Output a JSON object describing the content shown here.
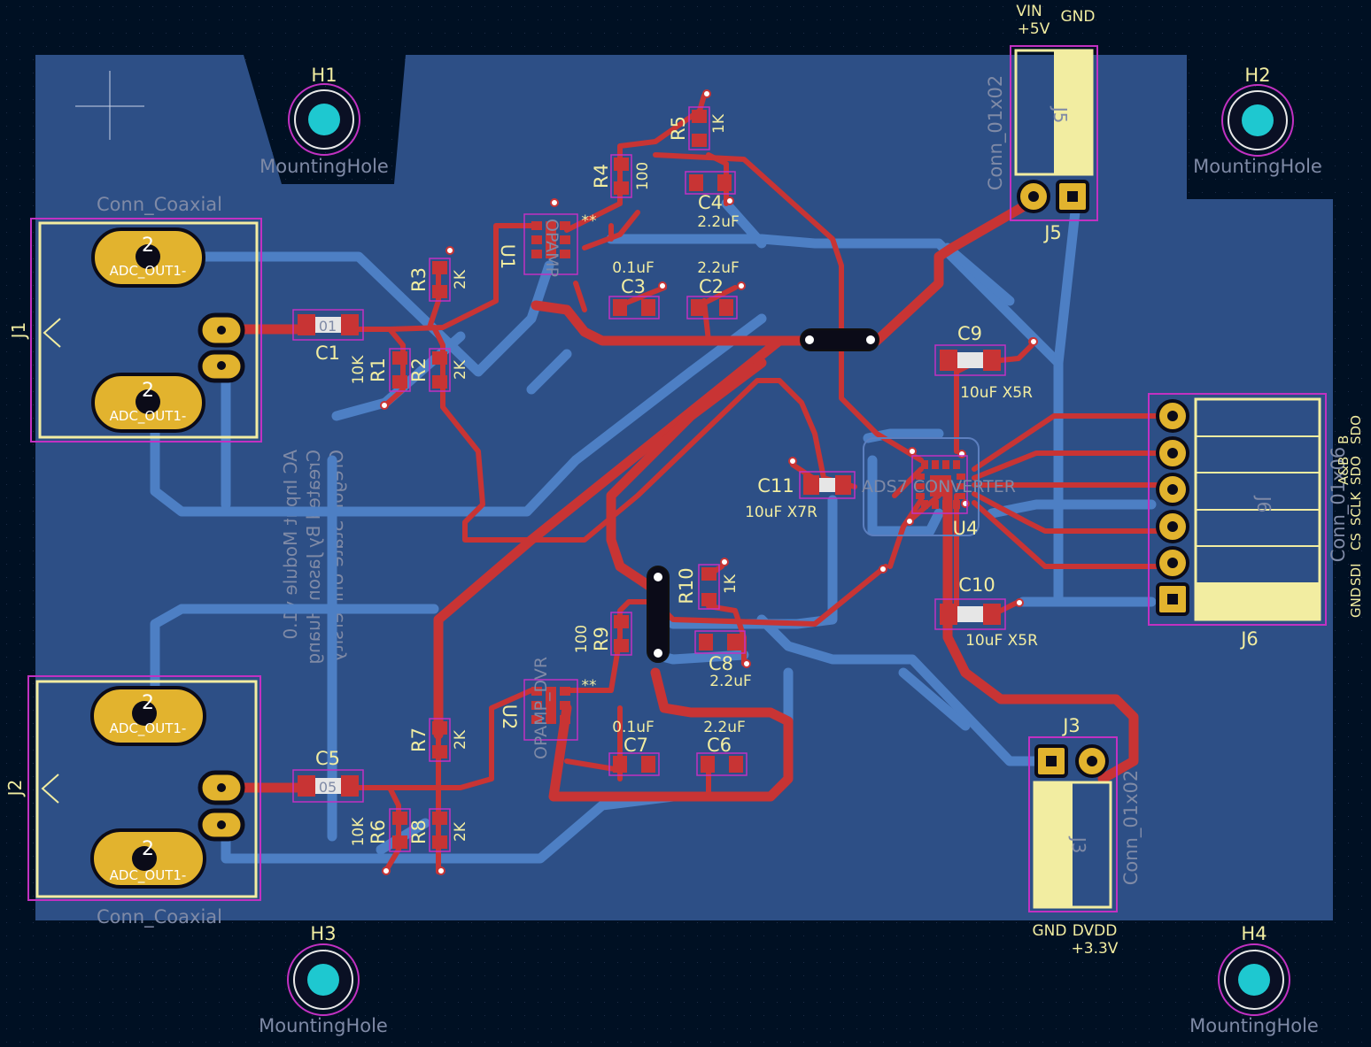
{
  "board": {
    "colors": {
      "background": "#001023",
      "copper_back": "#2d4f86",
      "track_back": "#4d7fc4",
      "track_front": "#c83434",
      "pad_gold": "#e2b32e",
      "silk": "#f2eda1",
      "courtyard": "#c231c2",
      "hole": "#1ec8d0"
    },
    "back_text": {
      "line1": "AC Input Module v1.0",
      "line2": "Created By Jason Huang",
      "line3": "Oregon State University"
    }
  },
  "mounting_holes": [
    {
      "ref": "H1",
      "value": "MountingHole"
    },
    {
      "ref": "H2",
      "value": "MountingHole"
    },
    {
      "ref": "H3",
      "value": "MountingHole"
    },
    {
      "ref": "H4",
      "value": "MountingHole"
    }
  ],
  "coax": [
    {
      "ref": "J1",
      "value": "Conn_Coaxial",
      "pad_num": "2",
      "net": "ADC_OUT1-"
    },
    {
      "ref": "J2",
      "value": "Conn_Coaxial",
      "pad_num": "2",
      "net": "ADC_OUT1-"
    }
  ],
  "connectors": {
    "J5": {
      "ref": "J5",
      "value": "Conn_01x02",
      "pin_labels": [
        "VIN",
        "+5V",
        "GND"
      ]
    },
    "J3": {
      "ref": "J3",
      "value": "Conn_01x02",
      "pin_labels": [
        "GND",
        "DVDD",
        "+3.3V"
      ]
    },
    "J6": {
      "ref": "J6",
      "value": "Conn_01x06",
      "pin_labels": [
        "GND",
        "SDI",
        "CS",
        "SCLK",
        "SDO",
        "SDO",
        "A&B",
        "B"
      ]
    }
  },
  "parts": {
    "R1": {
      "ref": "R1",
      "value": "10K"
    },
    "R2": {
      "ref": "R2",
      "value": "2K"
    },
    "R3": {
      "ref": "R3",
      "value": "2K"
    },
    "R4": {
      "ref": "R4",
      "value": "100"
    },
    "R5": {
      "ref": "R5",
      "value": "1K"
    },
    "R6": {
      "ref": "R6",
      "value": "10K"
    },
    "R7": {
      "ref": "R7",
      "value": "2K"
    },
    "R8": {
      "ref": "R8",
      "value": "2K"
    },
    "R9": {
      "ref": "R9",
      "value": "100"
    },
    "R10": {
      "ref": "R10",
      "value": "1K"
    },
    "C1": {
      "ref": "C1",
      "value": "01"
    },
    "C5": {
      "ref": "C5",
      "value": "05"
    },
    "C2": {
      "ref": "C2",
      "value": "2.2uF"
    },
    "C3": {
      "ref": "C3",
      "value": "0.1uF"
    },
    "C4": {
      "ref": "C4",
      "value": "2.2uF"
    },
    "C6": {
      "ref": "C6",
      "value": "2.2uF"
    },
    "C7": {
      "ref": "C7",
      "value": "0.1uF"
    },
    "C8": {
      "ref": "C8",
      "value": "2.2uF"
    },
    "C9": {
      "ref": "C9",
      "value": "10uF X5R"
    },
    "C10": {
      "ref": "C10",
      "value": "10uF X5R"
    },
    "C11": {
      "ref": "C11",
      "value": "10uF X7R"
    },
    "U1": {
      "ref": "U1",
      "value": "OPAMP",
      "star": "**"
    },
    "U2": {
      "ref": "U2",
      "value": "OPAMP_DVR",
      "star": "**"
    },
    "U4": {
      "ref": "U4",
      "value": "ADS7 CONVERTER"
    }
  }
}
